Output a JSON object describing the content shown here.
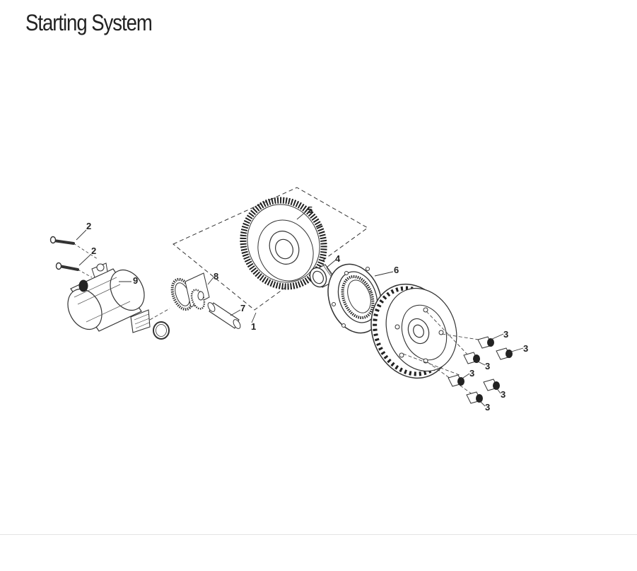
{
  "page": {
    "title": "Starting System"
  },
  "diagram": {
    "callouts": [
      {
        "id": "1",
        "label": "1"
      },
      {
        "id": "2a",
        "label": "2"
      },
      {
        "id": "2b",
        "label": "2"
      },
      {
        "id": "3a",
        "label": "3"
      },
      {
        "id": "3b",
        "label": "3"
      },
      {
        "id": "3c",
        "label": "3"
      },
      {
        "id": "3d",
        "label": "3"
      },
      {
        "id": "3e",
        "label": "3"
      },
      {
        "id": "3f",
        "label": "3"
      },
      {
        "id": "4",
        "label": "4"
      },
      {
        "id": "5",
        "label": "5"
      },
      {
        "id": "6",
        "label": "6"
      },
      {
        "id": "7",
        "label": "7"
      },
      {
        "id": "8",
        "label": "8"
      },
      {
        "id": "9",
        "label": "9"
      }
    ]
  }
}
